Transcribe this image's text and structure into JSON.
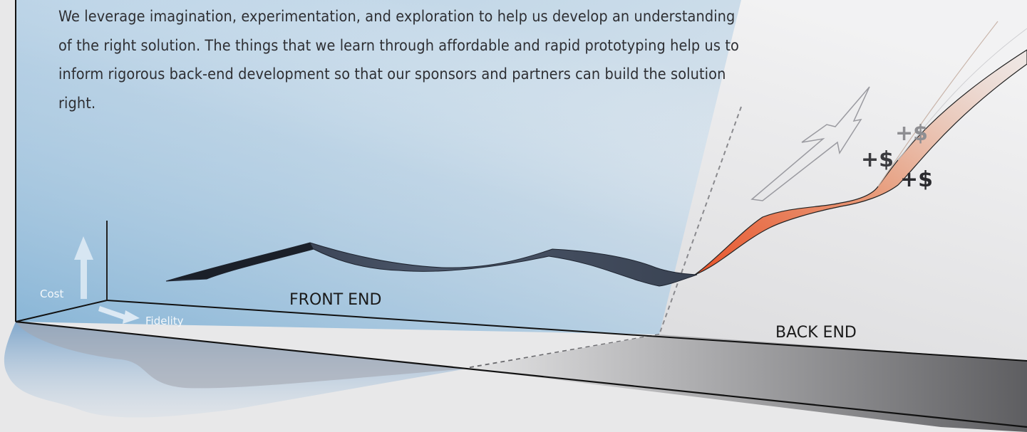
{
  "intro_text": "We leverage imagination, experimentation, and exploration to help us develop an understanding of the right solution. The things that we learn through affordable and rapid prototyping help us to inform rigorous back-end development so that our sponsors and partners can build the solution right.",
  "labels": {
    "front_end": "FRONT END",
    "back_end": "BACK END",
    "cost_axis": "Cost",
    "fidelity_axis": "Fidelity"
  },
  "cost_markers": [
    "+$",
    "+$",
    "+$"
  ],
  "colors": {
    "background": "#e8e8e9",
    "front_panel": "#8fb8d8",
    "ribbon_front": "#3c4658",
    "ribbon_back": "#e06a3a",
    "back_floor": "#6b6b6e"
  }
}
